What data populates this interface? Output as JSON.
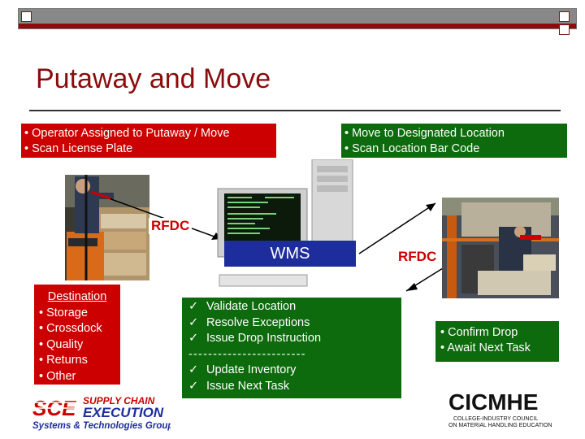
{
  "title": "Putaway and Move",
  "red_box": {
    "lines": [
      "• Operator Assigned to Putaway / Move",
      "• Scan License Plate"
    ]
  },
  "green_box": {
    "lines": [
      "• Move to Designated Location",
      "• Scan Location Bar Code"
    ]
  },
  "rfdc_left": "RFDC",
  "rfdc_right": "RFDC",
  "wms": "WMS",
  "destination": {
    "title": "Destination",
    "items": [
      "• Storage",
      "• Crossdock",
      "• Quality",
      "• Returns",
      "• Other"
    ]
  },
  "middle_box": {
    "check": "✓",
    "items_top": [
      "Validate Location",
      "Resolve Exceptions",
      "Issue Drop Instruction"
    ],
    "separator": "------------------------",
    "items_bottom": [
      "Update Inventory",
      "Issue Next Task"
    ]
  },
  "confirm_box": {
    "lines": [
      "• Confirm Drop",
      "• Await Next Task"
    ]
  },
  "logo_sce": {
    "line1": "SUPPLY CHAIN",
    "line2": "EXECUTION",
    "line3": "Systems & Technologies Group",
    "mark": "SCE"
  },
  "logo_cicmhe": {
    "mark": "CICMHE",
    "line1": "COLLEGE-INDUSTRY COUNCIL",
    "line2": "ON MATERIAL HANDLING EDUCATION"
  },
  "colors": {
    "red": "#cc0000",
    "dark_red": "#8b0c0c",
    "green": "#0d6b0d",
    "blue": "#1e2d9c"
  }
}
